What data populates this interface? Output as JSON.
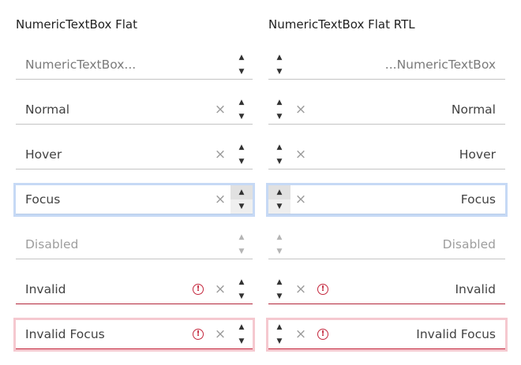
{
  "ltr": {
    "title": "NumericTextBox Flat",
    "rows": [
      {
        "value": "NumericTextBox...",
        "state": "placeholder"
      },
      {
        "value": "Normal",
        "state": "normal"
      },
      {
        "value": "Hover",
        "state": "hover"
      },
      {
        "value": "Focus",
        "state": "focus"
      },
      {
        "value": "Disabled",
        "state": "disabled"
      },
      {
        "value": "Invalid",
        "state": "invalid"
      },
      {
        "value": "Invalid Focus",
        "state": "invalid-focus"
      }
    ]
  },
  "rtl": {
    "title": "NumericTextBox Flat RTL",
    "rows": [
      {
        "value": "...NumericTextBox",
        "state": "placeholder"
      },
      {
        "value": "Normal",
        "state": "normal"
      },
      {
        "value": "Hover",
        "state": "hover"
      },
      {
        "value": "Focus",
        "state": "focus"
      },
      {
        "value": "Disabled",
        "state": "disabled"
      },
      {
        "value": "Invalid",
        "state": "invalid"
      },
      {
        "value": "Invalid Focus",
        "state": "invalid-focus"
      }
    ]
  },
  "icons": {
    "clear": "×",
    "spin_up": "▲",
    "spin_down": "▼",
    "error": "!"
  },
  "colors": {
    "focus_ring": "#c6d9f5",
    "invalid": "#c4263c",
    "invalid_focus_ring": "#f5c8cf"
  }
}
